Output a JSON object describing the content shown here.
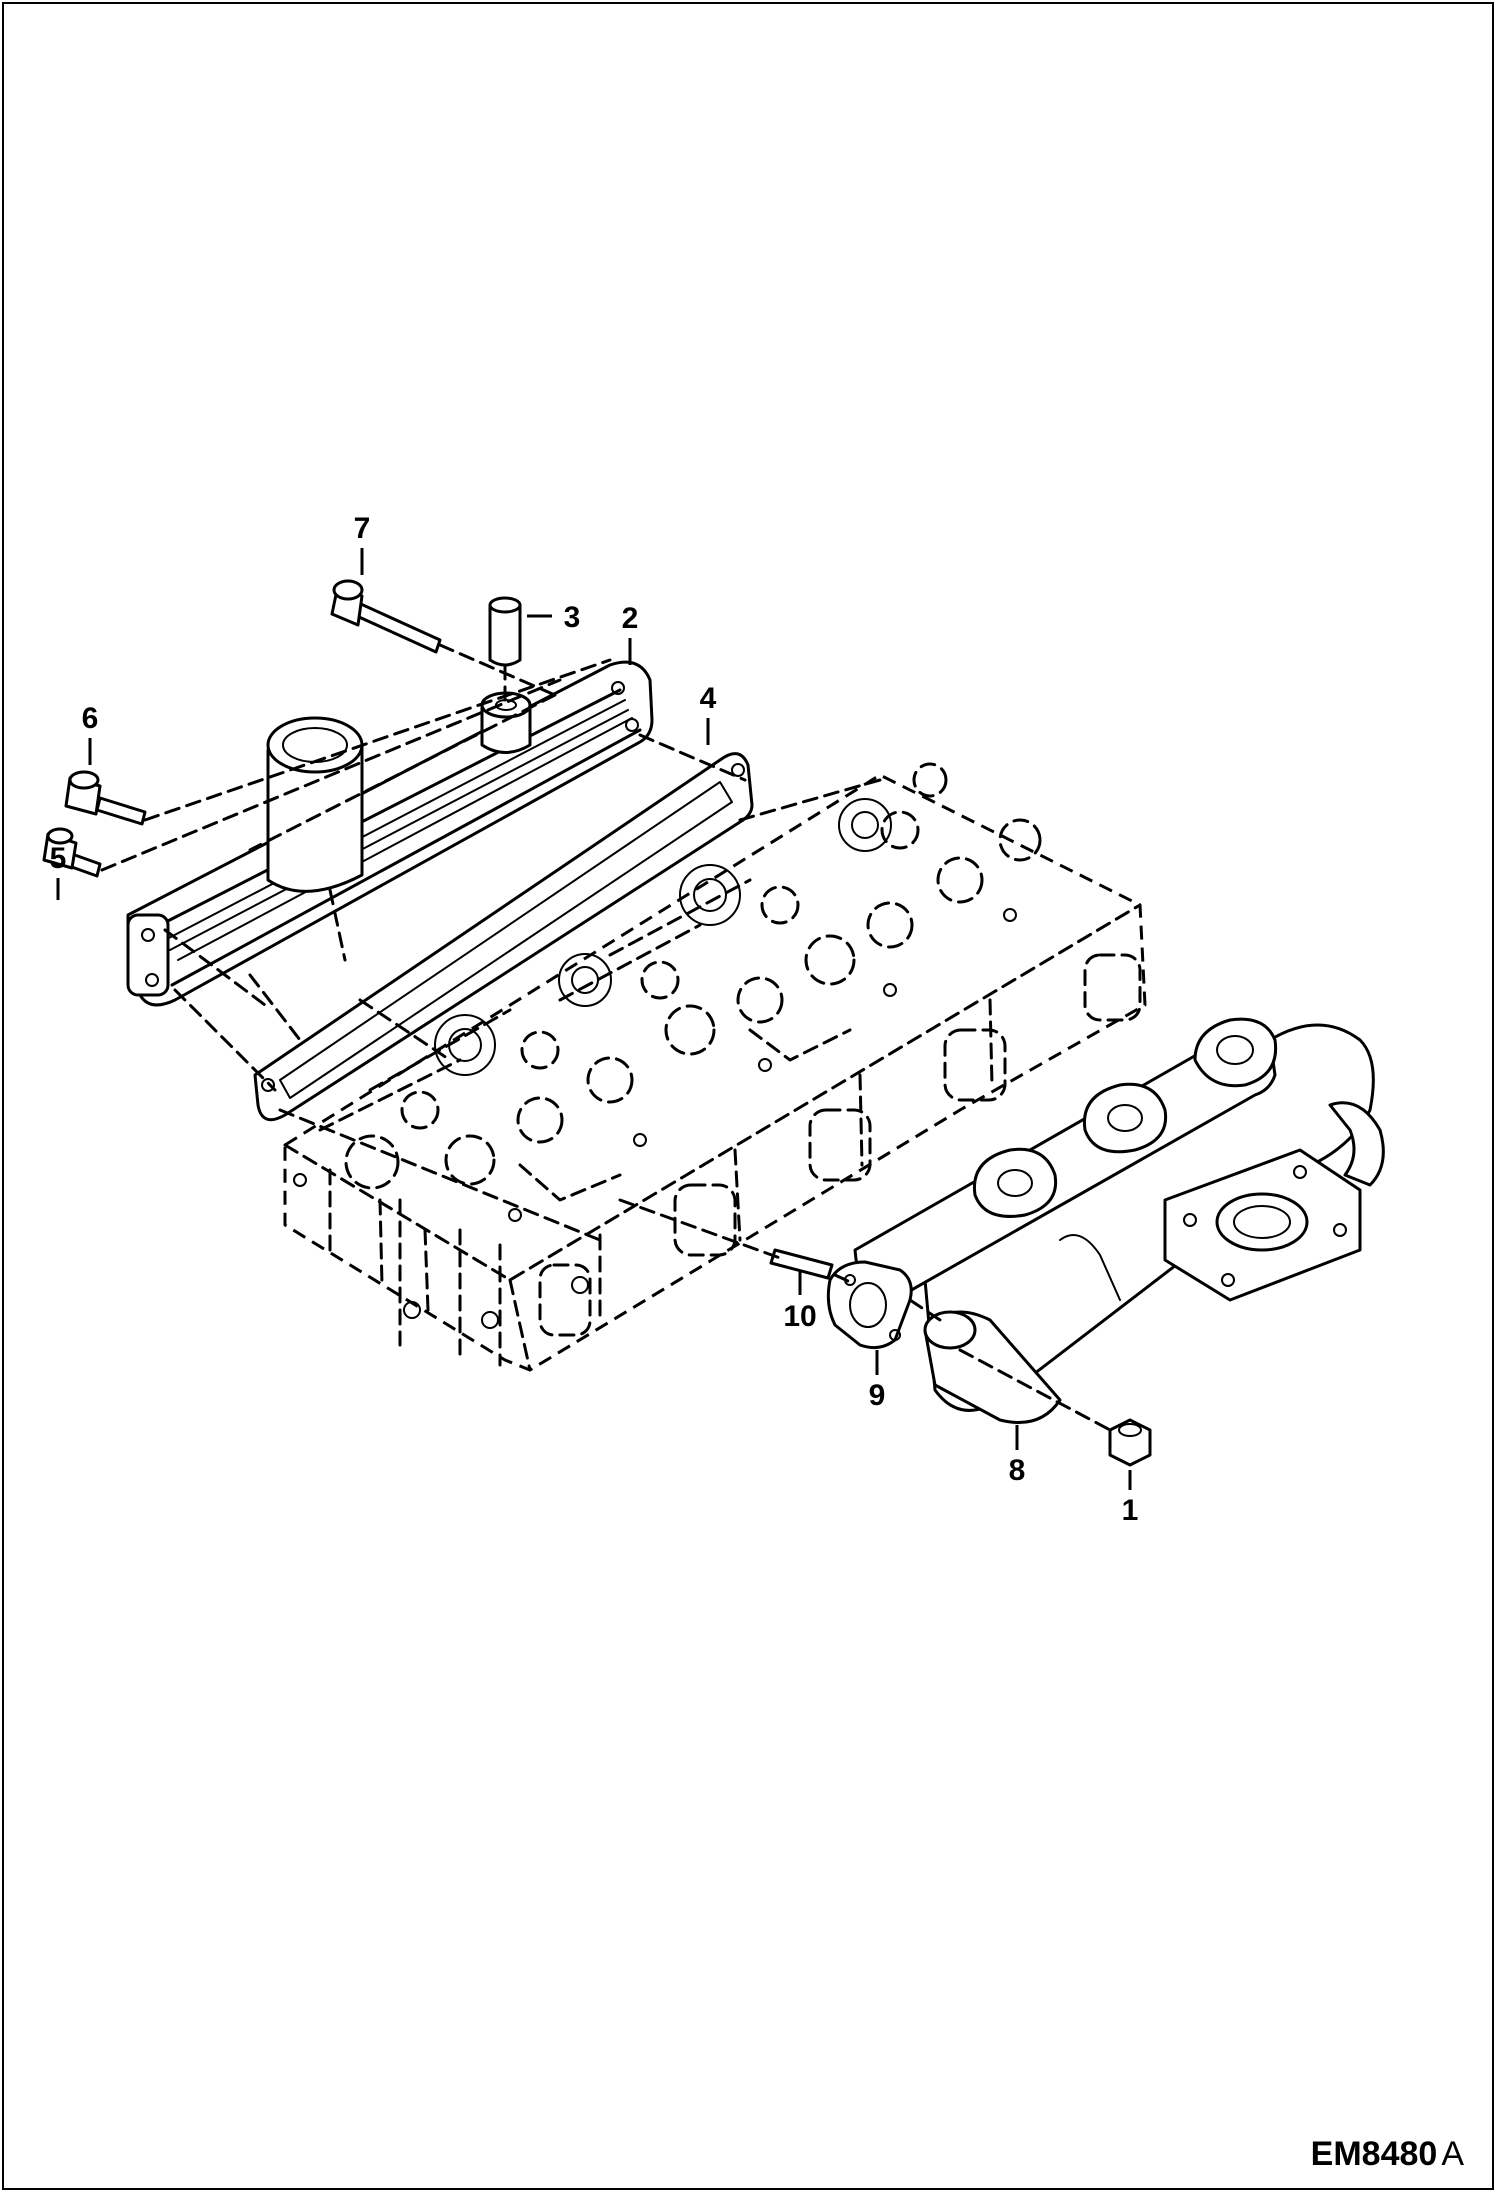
{
  "diagram": {
    "callouts": [
      {
        "key": "c1",
        "label": "1"
      },
      {
        "key": "c2",
        "label": "2"
      },
      {
        "key": "c3",
        "label": "3"
      },
      {
        "key": "c4",
        "label": "4"
      },
      {
        "key": "c5",
        "label": "5"
      },
      {
        "key": "c6",
        "label": "6"
      },
      {
        "key": "c7",
        "label": "7"
      },
      {
        "key": "c8",
        "label": "8"
      },
      {
        "key": "c9",
        "label": "9"
      },
      {
        "key": "c10",
        "label": "10"
      }
    ],
    "figure_code": "EM8480",
    "figure_revision": "A"
  }
}
